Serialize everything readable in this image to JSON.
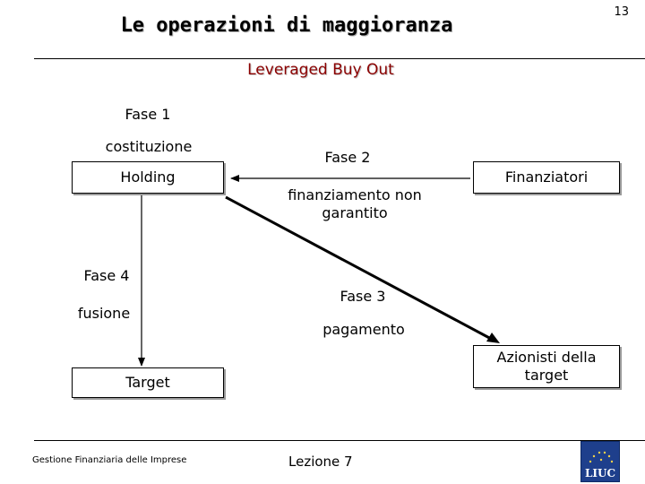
{
  "page": {
    "number": "13"
  },
  "header": {
    "title": "Le operazioni di maggioranza"
  },
  "subtitle": "Leveraged Buy Out",
  "diagram": {
    "phase1": {
      "title": "Fase 1",
      "desc": "costituzione"
    },
    "phase2": {
      "title": "Fase 2",
      "desc": "finanziamento non garantito"
    },
    "phase3": {
      "title": "Fase 3",
      "desc": "pagamento"
    },
    "phase4": {
      "title": "Fase 4",
      "desc": "fusione"
    },
    "nodes": {
      "holding": "Holding",
      "finanziatori": "Finanziatori",
      "target": "Target",
      "azionisti": "Azionisti della target"
    }
  },
  "footer": {
    "course": "Gestione Finanziaria delle Imprese",
    "lecture": "Lezione 7",
    "logo_text": "LIUC"
  }
}
